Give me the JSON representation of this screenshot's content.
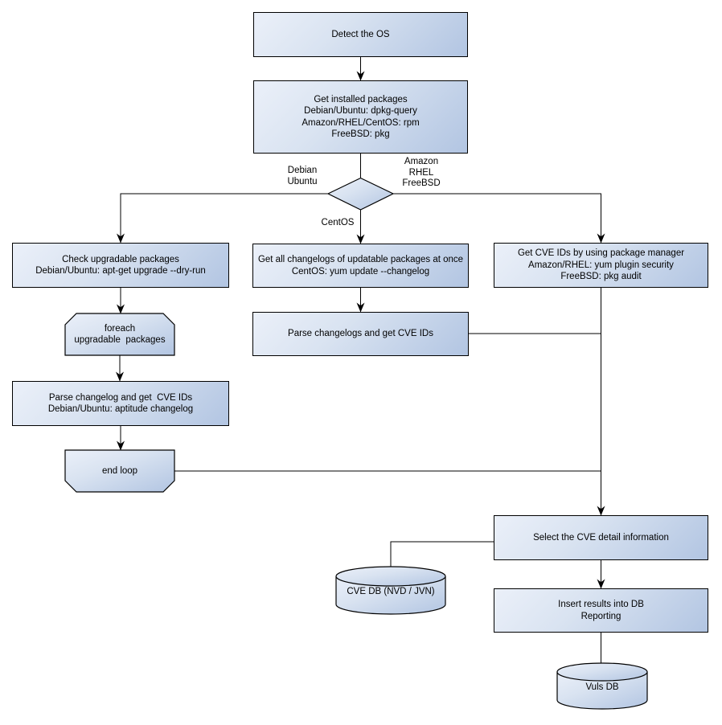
{
  "diagram": {
    "title": "Vuls vulnerability scan flowchart",
    "colors": {
      "node_fill_light": "#ebf0f9",
      "node_fill_dark": "#b2c5e2",
      "node_border": "#000000",
      "edge_line": "#000000",
      "text": "#000000",
      "background": "#ffffff"
    },
    "nodes": {
      "detect_os": {
        "lines": [
          "Detect the OS"
        ]
      },
      "get_installed": {
        "lines": [
          "Get installed packages",
          "Debian/Ubuntu: dpkg-query",
          "Amazon/RHEL/CentOS: rpm",
          "FreeBSD: pkg"
        ]
      },
      "check_upgradable": {
        "lines": [
          "Check upgradable packages",
          "Debian/Ubuntu: apt-get upgrade --dry-run"
        ]
      },
      "foreach_loop": {
        "lines": [
          "foreach",
          "upgradable  packages"
        ]
      },
      "parse_changelog": {
        "lines": [
          "Parse changelog and get  CVE IDs",
          "Debian/Ubuntu: aptitude changelog"
        ]
      },
      "end_loop": {
        "lines": [
          "end loop"
        ]
      },
      "get_all_changelogs": {
        "lines": [
          "Get all changelogs of updatable packages at once",
          "CentOS: yum update --changelog"
        ]
      },
      "parse_changelogs": {
        "lines": [
          "Parse changelogs and get CVE IDs"
        ]
      },
      "get_cve_ids": {
        "lines": [
          "Get CVE IDs by using package manager",
          "Amazon/RHEL: yum plugin security",
          "FreeBSD: pkg audit"
        ]
      },
      "select_cve": {
        "lines": [
          "Select the CVE detail information"
        ]
      },
      "insert_results": {
        "lines": [
          "Insert results into DB",
          "Reporting"
        ]
      },
      "cve_db": {
        "lines": [
          "CVE DB (NVD / JVN)"
        ]
      },
      "vuls_db": {
        "lines": [
          "Vuls DB"
        ]
      }
    },
    "edge_labels": {
      "debian_ubuntu": {
        "lines": [
          "Debian",
          "Ubuntu"
        ]
      },
      "amazon_rhel_freebsd": {
        "lines": [
          "Amazon",
          "RHEL",
          "FreeBSD"
        ]
      },
      "centos": {
        "lines": [
          "CentOS"
        ]
      }
    }
  }
}
